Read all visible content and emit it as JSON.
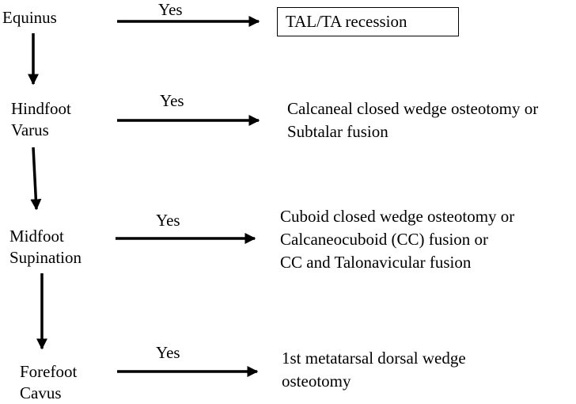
{
  "steps": [
    {
      "lines": [
        "Equinus"
      ]
    },
    {
      "lines": [
        "Hindfoot",
        "Varus"
      ]
    },
    {
      "lines": [
        "Midfoot",
        "Supination"
      ]
    },
    {
      "lines": [
        "Forefoot",
        "Cavus"
      ]
    }
  ],
  "yes_labels": [
    "Yes",
    "Yes",
    "Yes",
    "Yes"
  ],
  "results": [
    {
      "lines": [
        "TAL/TA recession"
      ]
    },
    {
      "lines": [
        "Calcaneal closed wedge osteotomy or",
        "Subtalar fusion"
      ]
    },
    {
      "lines": [
        "Cuboid closed wedge osteotomy or",
        "Calcaneocuboid (CC) fusion or",
        "CC and Talonavicular fusion"
      ]
    },
    {
      "lines": [
        "1st metatarsal dorsal wedge",
        "osteotomy"
      ]
    }
  ]
}
